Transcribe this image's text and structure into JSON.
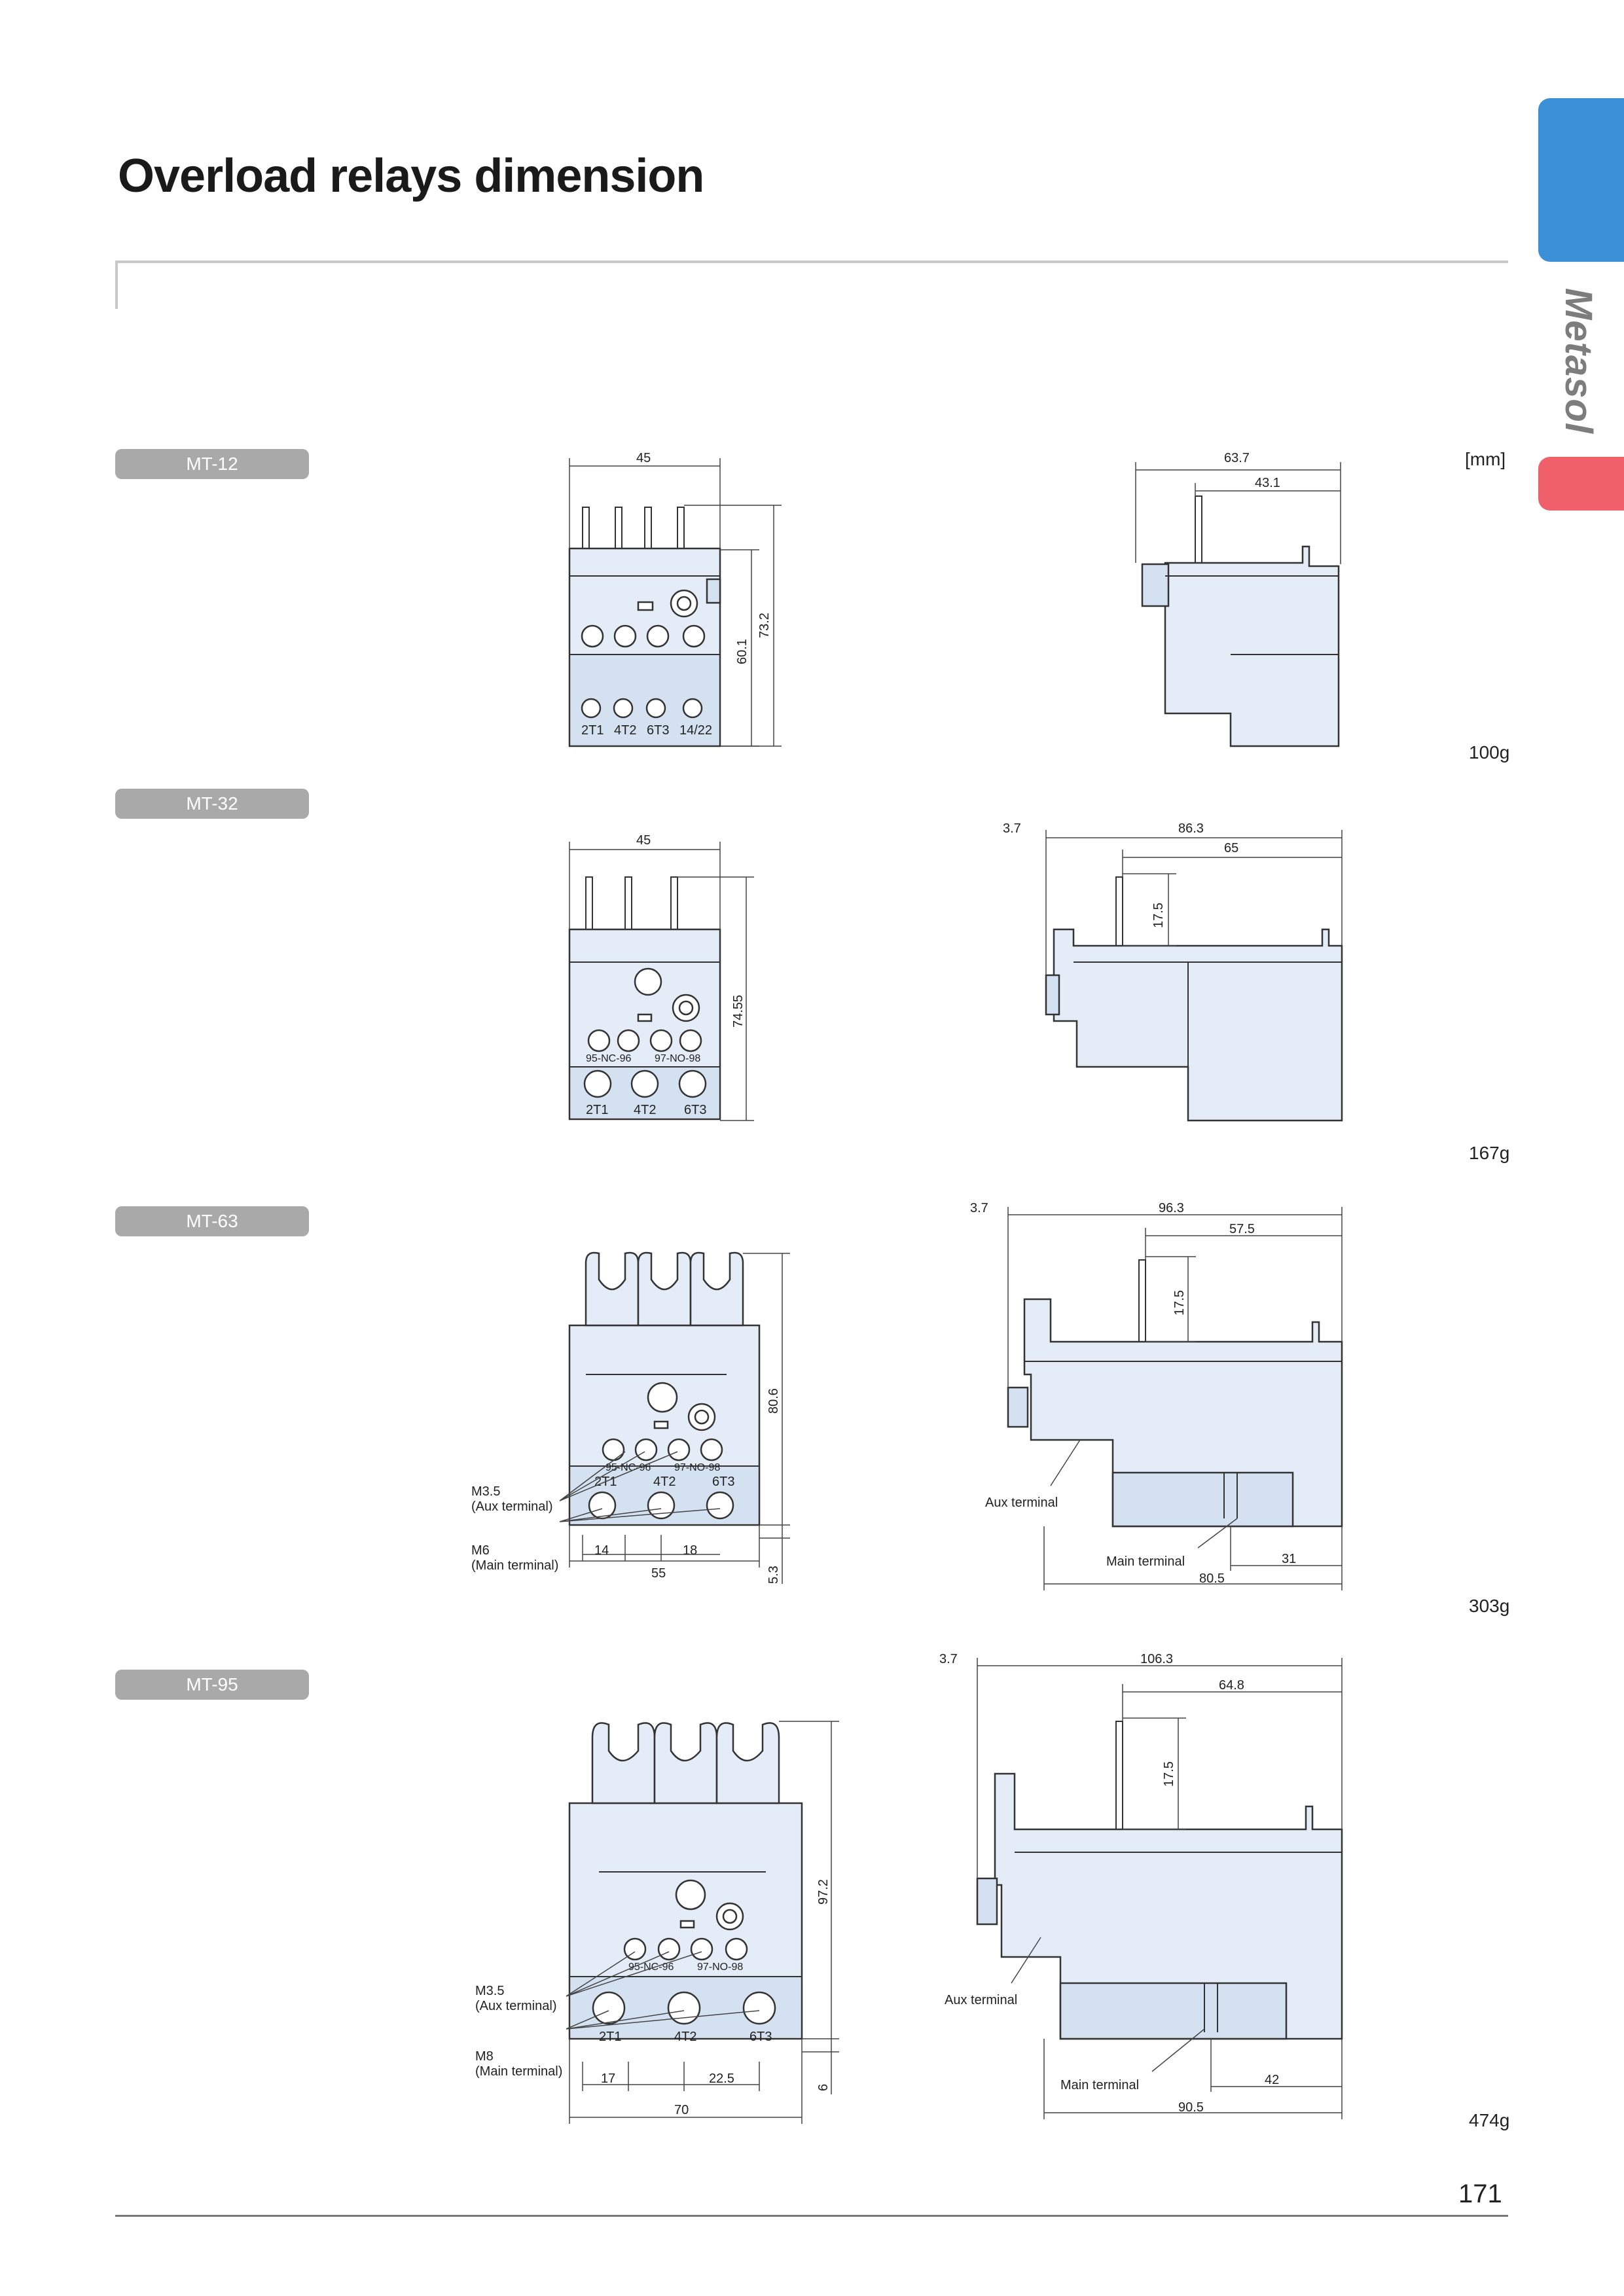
{
  "page": {
    "title": "Overload relays dimension",
    "brand": "Metasol",
    "unit": "[mm]",
    "page_number": "171",
    "tab_colors": {
      "top": "#3a8fd6",
      "bottom": "#f0606a"
    }
  },
  "models": [
    {
      "name": "MT-12",
      "weight": "100g",
      "dims": {
        "w": "45",
        "h1": "60.1",
        "h2": "73.2",
        "side_total": "63.7",
        "side_inner": "43.1"
      },
      "terminals": [
        "2T1",
        "4T2",
        "6T3",
        "14/22"
      ]
    },
    {
      "name": "MT-32",
      "weight": "167g",
      "dims": {
        "w": "45",
        "h": "74.55",
        "offset": "3.7",
        "side_total": "86.3",
        "side_inner": "65",
        "pin": "17.5"
      },
      "aux": [
        "95-NC-96",
        "97-NO-98"
      ],
      "terminals": [
        "2T1",
        "4T2",
        "6T3"
      ]
    },
    {
      "name": "MT-63",
      "weight": "303g",
      "dims": {
        "h": "80.6",
        "bottom": "5.3",
        "a": "14",
        "b": "18",
        "w": "55",
        "offset": "3.7",
        "side_total": "96.3",
        "side_inner": "57.5",
        "pin": "17.5",
        "side_base": "80.5",
        "side_main": "31"
      },
      "aux": [
        "95-NC-96",
        "97-NO-98"
      ],
      "terminals": [
        "2T1",
        "4T2",
        "6T3"
      ],
      "callouts": {
        "aux_screw": "M3.5",
        "aux_label": "(Aux terminal)",
        "main_screw": "M6",
        "main_label": "(Main terminal)",
        "side_aux": "Aux terminal",
        "side_main": "Main terminal"
      }
    },
    {
      "name": "MT-95",
      "weight": "474g",
      "dims": {
        "h": "97.2",
        "bottom": "6",
        "a": "17",
        "b": "22.5",
        "w": "70",
        "offset": "3.7",
        "side_total": "106.3",
        "side_inner": "64.8",
        "pin": "17.5",
        "side_base": "90.5",
        "side_main": "42"
      },
      "aux": [
        "95-NC-96",
        "97-NO-98"
      ],
      "terminals": [
        "2T1",
        "4T2",
        "6T3"
      ],
      "callouts": {
        "aux_screw": "M3.5",
        "aux_label": "(Aux terminal)",
        "main_screw": "M8",
        "main_label": "(Main terminal)",
        "side_aux": "Aux terminal",
        "side_main": "Main terminal"
      }
    }
  ]
}
